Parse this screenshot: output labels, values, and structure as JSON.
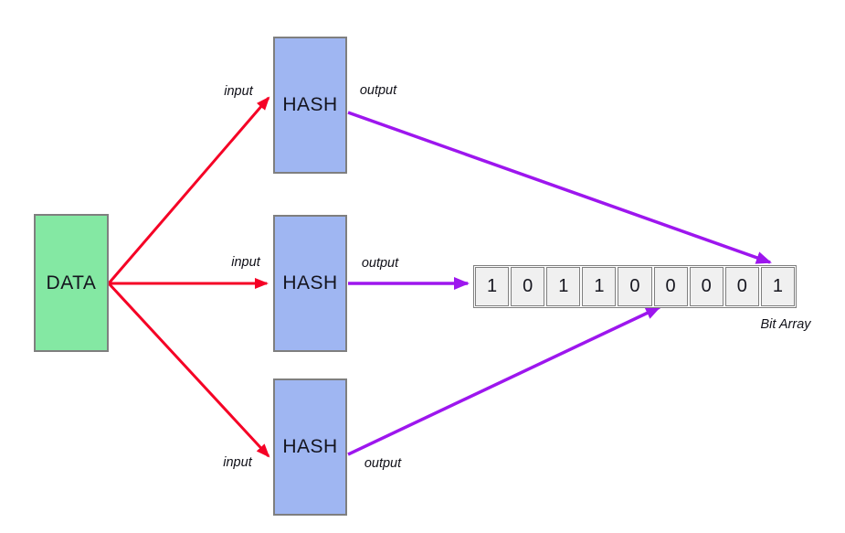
{
  "diagram": {
    "data_box": {
      "label": "DATA"
    },
    "hash_boxes": [
      {
        "label": "HASH"
      },
      {
        "label": "HASH"
      },
      {
        "label": "HASH"
      }
    ],
    "edge_labels": {
      "input": "input",
      "output": "output"
    },
    "bit_array": {
      "bits": [
        "1",
        "0",
        "1",
        "1",
        "0",
        "0",
        "0",
        "0",
        "1"
      ],
      "caption": "Bit Array"
    }
  },
  "colors": {
    "data_box_fill": "#84e8a3",
    "hash_box_fill": "#9fb6f2",
    "box_border": "#7f7f7f",
    "bit_cell_fill": "#f0f0f0",
    "bit_cell_border": "#7f7f7f",
    "input_arrow": "#f50025",
    "output_arrow": "#9d16ee",
    "label_text": "#14141e"
  }
}
